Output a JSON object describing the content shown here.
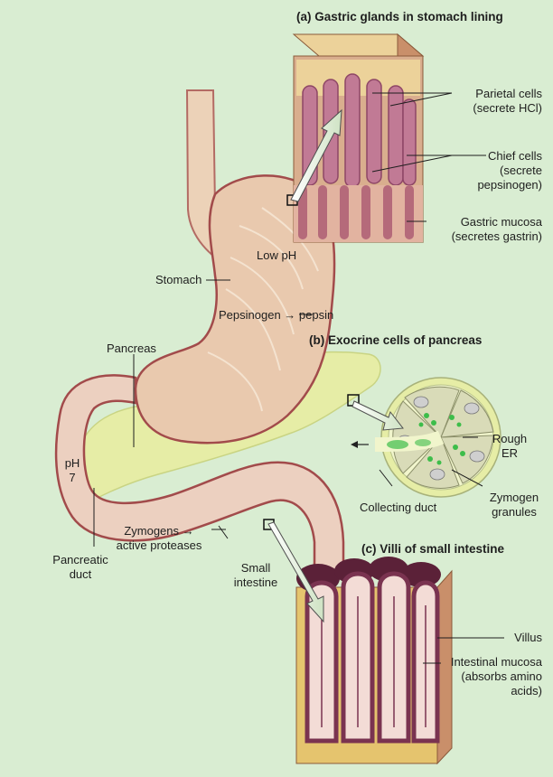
{
  "panels": {
    "a": {
      "letter": "(a)",
      "title": "Gastric glands in stomach lining"
    },
    "b": {
      "letter": "(b)",
      "title": "Exocrine cells of pancreas"
    },
    "c": {
      "letter": "(c)",
      "title": "Villi of small intestine"
    }
  },
  "labels": {
    "parietal_1": "Parietal cells",
    "parietal_2": "(secrete HCl)",
    "chief_1": "Chief cells",
    "chief_2": "(secrete",
    "chief_3": "pepsinogen)",
    "mucosa_1": "Gastric mucosa",
    "mucosa_2": "(secretes gastrin)",
    "low_ph": "Low pH",
    "stomach": "Stomach",
    "pepsinogen": "Pepsinogen",
    "pepsin": "pepsin",
    "pancreas": "Pancreas",
    "ph_1": "pH",
    "ph_2": "7",
    "rough_er_1": "Rough",
    "rough_er_2": "ER",
    "zymogen_gran_1": "Zymogen",
    "zymogen_gran_2": "granules",
    "collecting_duct": "Collecting duct",
    "zymogens": "Zymogens",
    "active_proteases": "active proteases",
    "pancreatic_duct_1": "Pancreatic",
    "pancreatic_duct_2": "duct",
    "small_int_1": "Small",
    "small_int_2": "intestine",
    "villus": "Villus",
    "int_mucosa_1": "Intestinal mucosa",
    "int_mucosa_2": "(absorbs amino",
    "int_mucosa_3": "acids)"
  },
  "colors": {
    "background": "#d9edd2",
    "tissue": "#e9c9ae",
    "tissue_outline": "#a24b4b",
    "pancreas": "#e6eda6",
    "enzyme_green": "#3dbd4a",
    "villus": "#7a3350"
  }
}
